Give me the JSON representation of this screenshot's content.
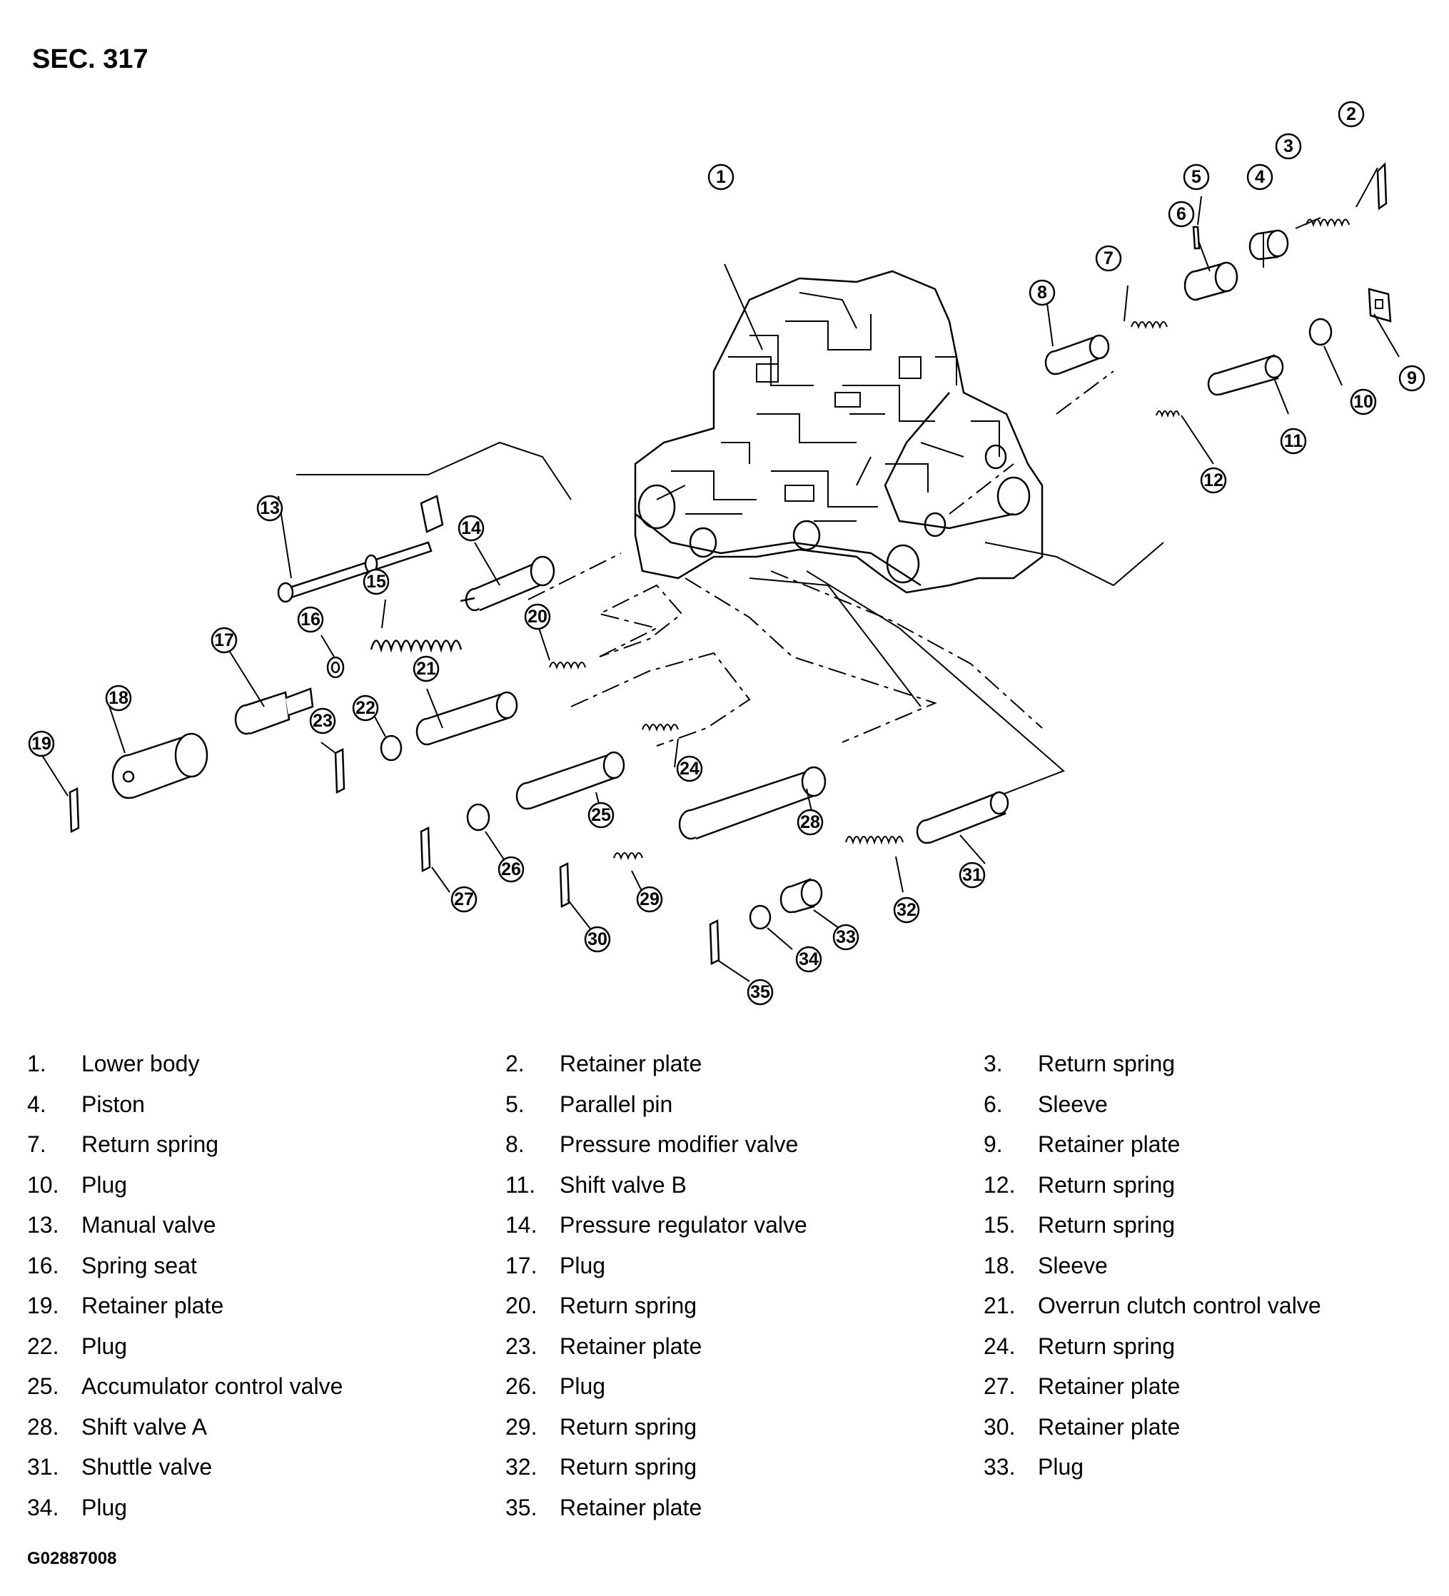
{
  "section_label": "SEC. 317",
  "figure_code": "G02887008",
  "legend": [
    {
      "num": "1.",
      "text": "Lower body"
    },
    {
      "num": "2.",
      "text": "Retainer plate"
    },
    {
      "num": "3.",
      "text": "Return spring"
    },
    {
      "num": "4.",
      "text": "Piston"
    },
    {
      "num": "5.",
      "text": "Parallel pin"
    },
    {
      "num": "6.",
      "text": "Sleeve"
    },
    {
      "num": "7.",
      "text": "Return spring"
    },
    {
      "num": "8.",
      "text": "Pressure modifier valve"
    },
    {
      "num": "9.",
      "text": "Retainer plate"
    },
    {
      "num": "10.",
      "text": "Plug"
    },
    {
      "num": "11.",
      "text": "Shift valve B"
    },
    {
      "num": "12.",
      "text": "Return spring"
    },
    {
      "num": "13.",
      "text": "Manual valve"
    },
    {
      "num": "14.",
      "text": "Pressure regulator valve"
    },
    {
      "num": "15.",
      "text": "Return spring"
    },
    {
      "num": "16.",
      "text": "Spring seat"
    },
    {
      "num": "17.",
      "text": "Plug"
    },
    {
      "num": "18.",
      "text": "Sleeve"
    },
    {
      "num": "19.",
      "text": "Retainer plate"
    },
    {
      "num": "20.",
      "text": "Return spring"
    },
    {
      "num": "21.",
      "text": "Overrun clutch control valve"
    },
    {
      "num": "22.",
      "text": "Plug"
    },
    {
      "num": "23.",
      "text": "Retainer plate"
    },
    {
      "num": "24.",
      "text": "Return spring"
    },
    {
      "num": "25.",
      "text": "Accumulator control valve"
    },
    {
      "num": "26.",
      "text": "Plug"
    },
    {
      "num": "27.",
      "text": "Retainer plate"
    },
    {
      "num": "28.",
      "text": "Shift valve A"
    },
    {
      "num": "29.",
      "text": "Return spring"
    },
    {
      "num": "30.",
      "text": "Retainer plate"
    },
    {
      "num": "31.",
      "text": "Shuttle valve"
    },
    {
      "num": "32.",
      "text": "Return spring"
    },
    {
      "num": "33.",
      "text": "Plug"
    },
    {
      "num": "34.",
      "text": "Plug"
    },
    {
      "num": "35.",
      "text": "Retainer plate"
    }
  ],
  "callouts": [
    "1",
    "2",
    "3",
    "4",
    "5",
    "6",
    "7",
    "8",
    "9",
    "10",
    "11",
    "12",
    "13",
    "14",
    "15",
    "16",
    "17",
    "18",
    "19",
    "20",
    "21",
    "22",
    "23",
    "24",
    "25",
    "26",
    "27",
    "28",
    "29",
    "30",
    "31",
    "32",
    "33",
    "34",
    "35"
  ]
}
